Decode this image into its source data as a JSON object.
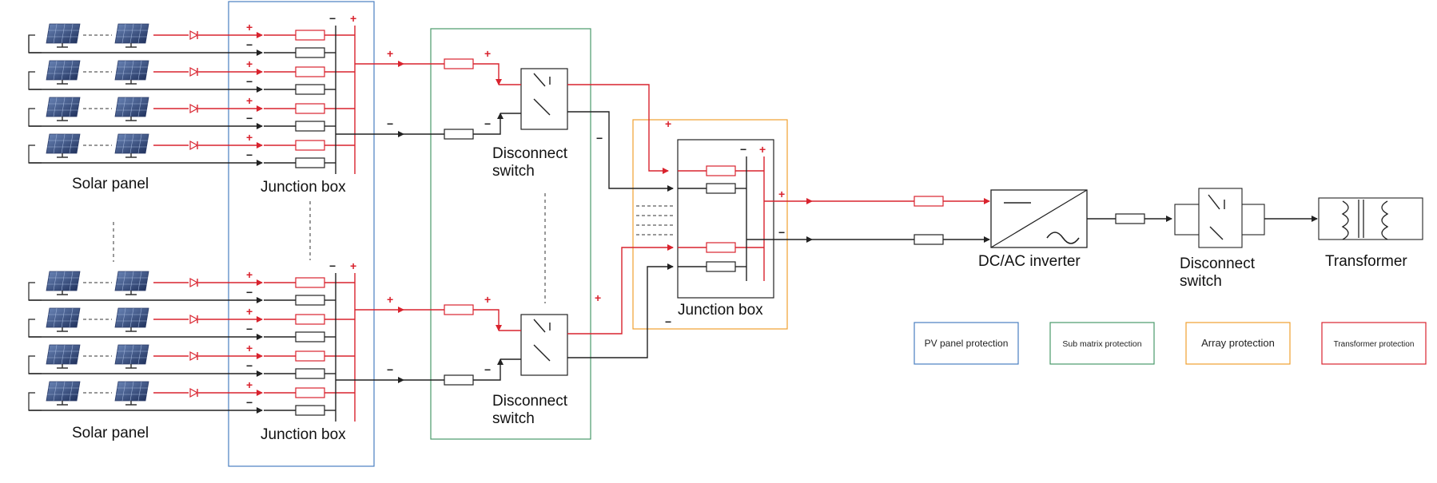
{
  "labels": {
    "solar_panel_top": "Solar panel",
    "solar_panel_bottom": "Solar panel",
    "junction_box_top": "Junction box",
    "junction_box_bottom": "Junction box",
    "disconnect_top_1": "Disconnect",
    "disconnect_top_2": "switch",
    "disconnect_bottom_1": "Disconnect",
    "disconnect_bottom_2": "switch",
    "junction_box_main": "Junction box",
    "inverter": "DC/AC inverter",
    "disconnect_out_1": "Disconnect",
    "disconnect_out_2": "switch",
    "transformer": "Transformer"
  },
  "legend": [
    {
      "label": "PV panel protection",
      "color": "#4a7fc0"
    },
    {
      "label": "Sub matrix protection",
      "color": "#4a9a6a"
    },
    {
      "label": "Array protection",
      "color": "#f0a030"
    },
    {
      "label": "Transformer protection",
      "color": "#d9232e"
    }
  ],
  "signs": {
    "plus": "+",
    "minus": "−"
  },
  "colors": {
    "positive": "#d9232e",
    "negative": "#222222",
    "pv_box": "#4a7fc0",
    "sub_box": "#4a9a6a",
    "array_box": "#f0a030",
    "transformer_box": "#d9232e"
  }
}
